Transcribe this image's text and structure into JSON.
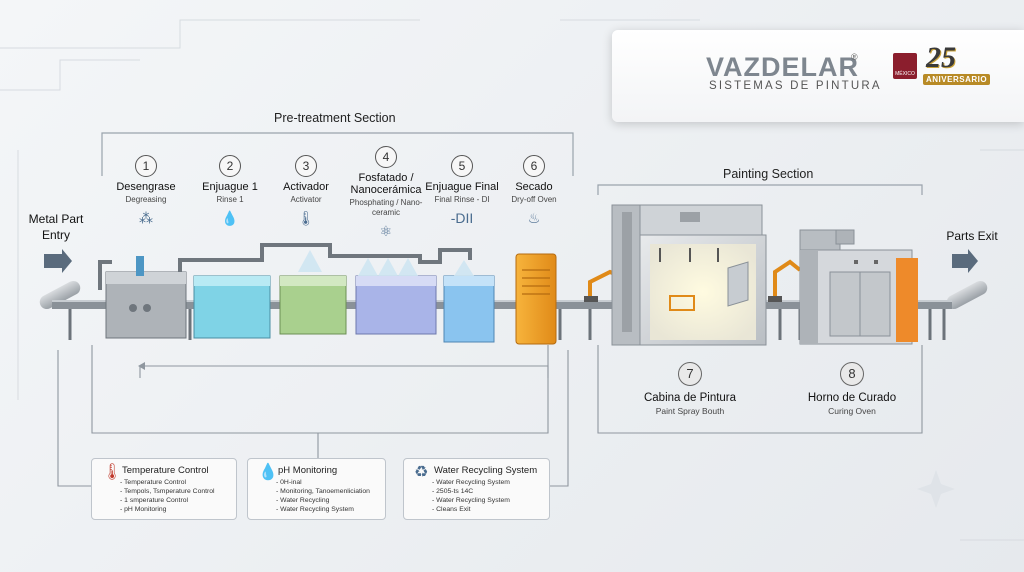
{
  "brand": {
    "name": "VAZDELAR",
    "registered": "®",
    "tagline": "SISTEMAS DE PINTURA",
    "anniversary_number": "25",
    "anniversary_text": "ANIVERSARIO",
    "badge_text": "MÉXICO"
  },
  "labels": {
    "entry": "Metal Part Entry",
    "exit": "Parts Exit",
    "pretreatment_title": "Pre-treatment Section",
    "painting_title": "Painting Section"
  },
  "stages": [
    {
      "num": "1",
      "name": "Desengrase",
      "sub": "Degreasing",
      "icon": "molecule-icon",
      "glyph": "⁂"
    },
    {
      "num": "2",
      "name": "Enjuague 1",
      "sub": "Rinse 1",
      "icon": "droplet-icon",
      "glyph": "💧"
    },
    {
      "num": "3",
      "name": "Activador",
      "sub": "Activator",
      "icon": "thermometer-icon",
      "glyph": "🌡"
    },
    {
      "num": "4",
      "name": "Fosfatado / Nanocerámica",
      "sub": "Phosphating / Nano-ceramic",
      "icon": "atom-icon",
      "glyph": "⚛"
    },
    {
      "num": "5",
      "name": "Enjuague Final",
      "sub": "Final Rinse - DI",
      "icon": "di-icon",
      "glyph": "-DII"
    },
    {
      "num": "6",
      "name": "Secado",
      "sub": "Dry-off Oven",
      "icon": "heat-icon",
      "glyph": "♨"
    }
  ],
  "paint_stages": [
    {
      "num": "7",
      "name": "Cabina de Pintura",
      "sub": "Paint Spray Bouth"
    },
    {
      "num": "8",
      "name": "Horno de Curado",
      "sub": "Curing Oven"
    }
  ],
  "info_boxes": [
    {
      "icon": "thermometer-icon",
      "title": "Temperature Control",
      "items": [
        "- Temperature Control",
        "- Tempols, Tsmperature Control",
        "- 1 smperature Control",
        "- pH Monitoring"
      ]
    },
    {
      "icon": "ph-drop-icon",
      "title": "pH Monitoring",
      "items": [
        "- 0H-inal",
        "- Monitoring, Tanoemenliciation",
        "- Water Recycling",
        "- Water Recycling System"
      ]
    },
    {
      "icon": "recycle-icon",
      "title": "Water Recycling System",
      "items": [
        "- Water Recycling System",
        "- 2505-ts 14C",
        "- Water Recycling System",
        "- Cleans Exit"
      ]
    }
  ],
  "colors": {
    "tank1": "#c9ccd0",
    "tank2": "#7fd3e6",
    "tank3": "#a9d08e",
    "tank4": "#a9b4e8",
    "tank5": "#8ac4ef",
    "dryer": "#f0a32a",
    "oven_accent": "#ee8a2a",
    "brand_orange": "#f4a623"
  }
}
